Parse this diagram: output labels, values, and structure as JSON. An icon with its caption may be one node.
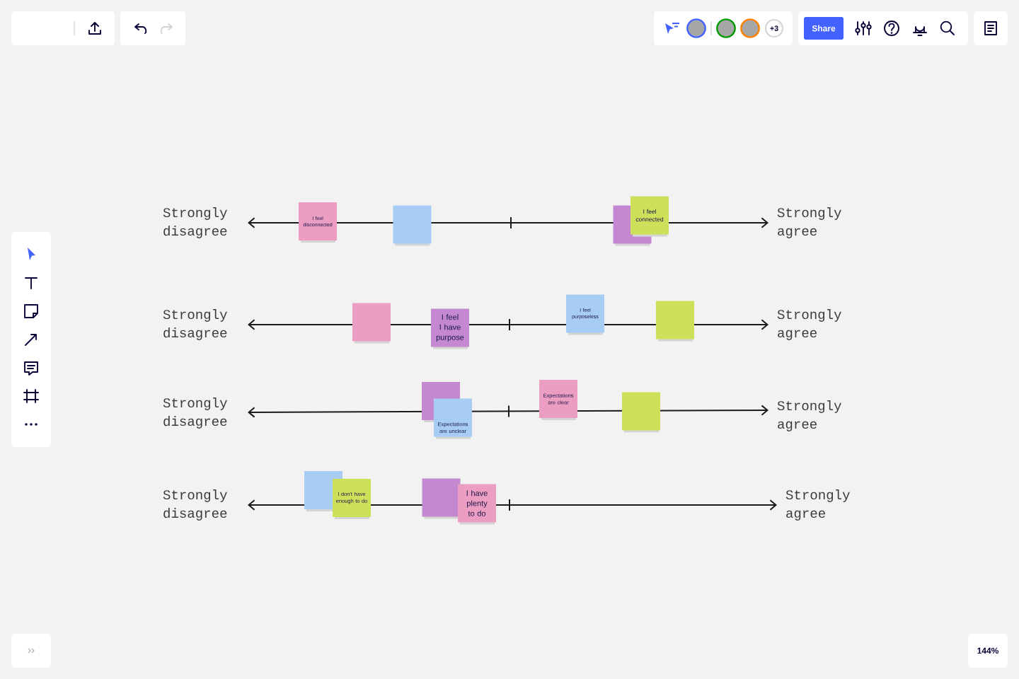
{
  "diagram": {
    "nodes": [
      {
        "text": [
          "I feel disconnected"
        ]
      },
      {
        "text": [],
        "shape": "box"
      },
      {
        "text": [],
        "shape": "box"
      },
      {
        "text": [
          "I feel connected"
        ]
      },
      {
        "text": [],
        "shape": "box"
      },
      {
        "text": [
          "I feel I have purpose"
        ]
      },
      {
        "text": [
          "I feel purposeless"
        ]
      },
      {
        "text": [],
        "shape": "box"
      },
      {
        "text": [],
        "shape": "box"
      },
      {
        "text": [
          "Expectations are unclear"
        ]
      },
      {
        "text": [
          "Expectations are clear"
        ]
      },
      {
        "text": [],
        "shape": "box"
      },
      {
        "text": [],
        "shape": "box"
      },
      {
        "text": [
          "I don't have enough to do"
        ]
      },
      {
        "text": [],
        "shape": "box"
      },
      {
        "text": [
          "I have plenty to do"
        ]
      }
    ],
    "labels": [
      "+3",
      "Share",
      "Strongly disagree",
      "Strongly agree",
      "Strongly disagree",
      "Strongly agree",
      "Strongly disagree",
      "Strongly agree",
      "Strongly disagree",
      "Strongly agree",
      "144%"
    ]
  }
}
